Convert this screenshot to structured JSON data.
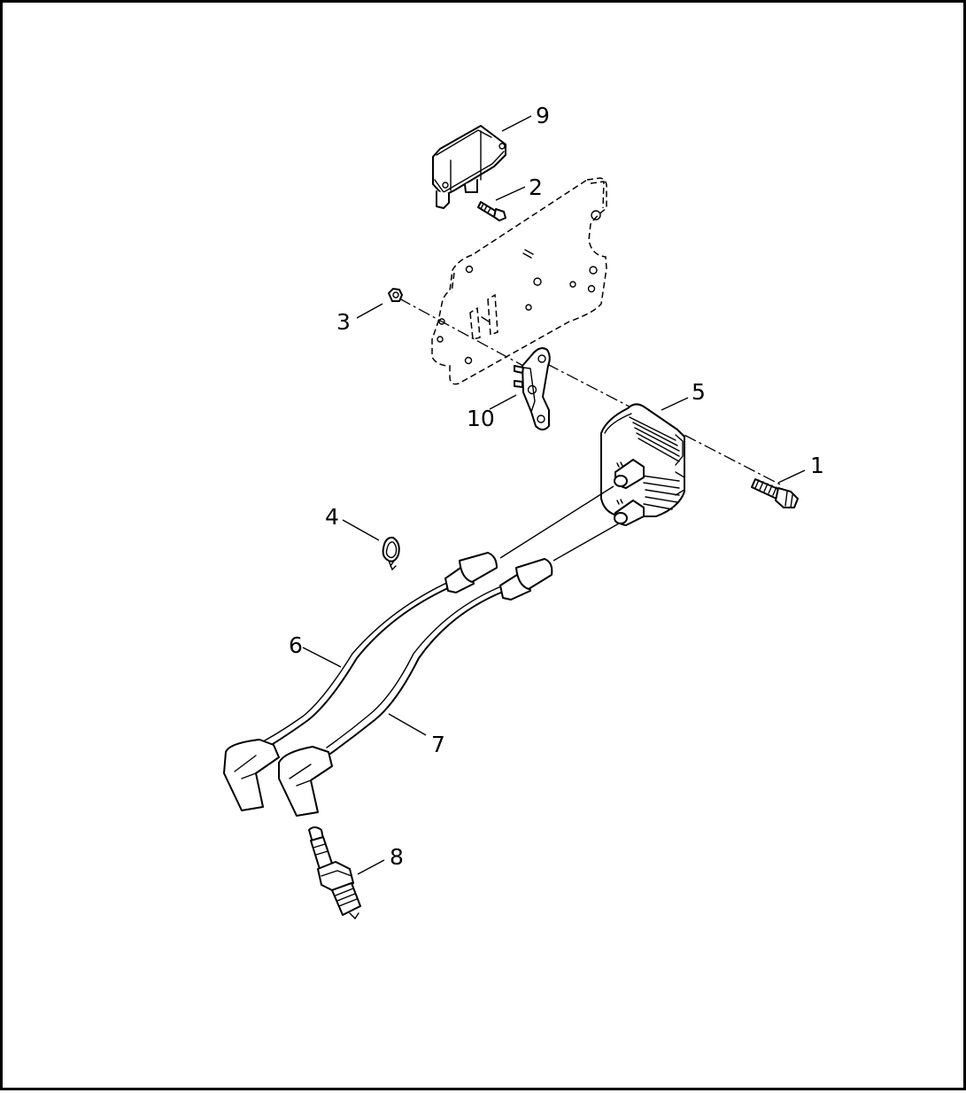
{
  "callouts": {
    "c1": "1",
    "c2": "2",
    "c3": "3",
    "c4": "4",
    "c5": "5",
    "c6": "6",
    "c7": "7",
    "c8": "8",
    "c9": "9",
    "c10": "10"
  },
  "colors": {
    "ink": "#000000",
    "paper": "#ffffff"
  }
}
